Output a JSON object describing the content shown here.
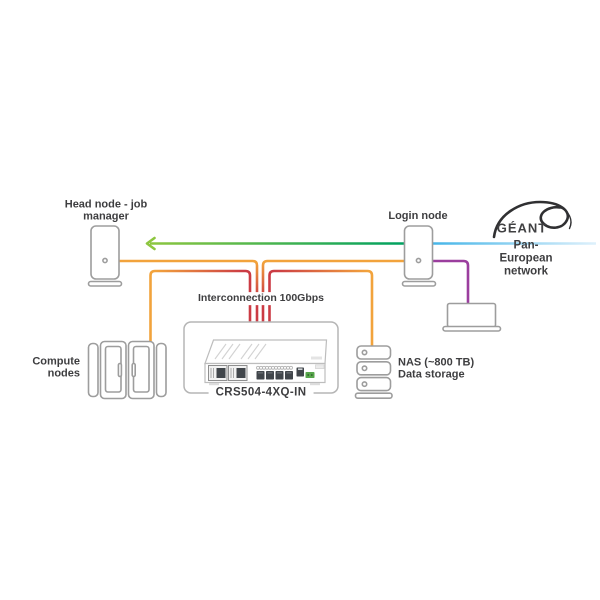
{
  "diagram": {
    "title_context": "HPC cluster network diagram",
    "nodes": {
      "head_node": {
        "label": "Head node - job\nmanager"
      },
      "login_node": {
        "label": "Login node"
      },
      "compute": {
        "label": "Compute\nnodes"
      },
      "nas": {
        "label": "NAS (~800 TB)\nData storage"
      },
      "switch": {
        "model": "CRS504-4XQ-IN"
      },
      "geant": {
        "logo_text": "GÉANT",
        "label": "Pan-European\nnetwork"
      }
    },
    "links": {
      "interconnection_label": "Interconnection 100Gbps"
    },
    "palette": {
      "orange": "#f2a33c",
      "red": "#cb3b44",
      "green_light": "#8dc63f",
      "green_dark": "#00a160",
      "blue": "#45b5e8",
      "blue_fade": "#ddf0fb",
      "purple": "#9b3e9e",
      "outline_gray": "#9d9d9d",
      "box_gray": "#b5b5b5",
      "device_gray": "#bdbdbd",
      "port_dark": "#41464b",
      "terminal_green": "#57a64b",
      "logo_ink": "#303032",
      "text": "#3e3e40"
    }
  }
}
